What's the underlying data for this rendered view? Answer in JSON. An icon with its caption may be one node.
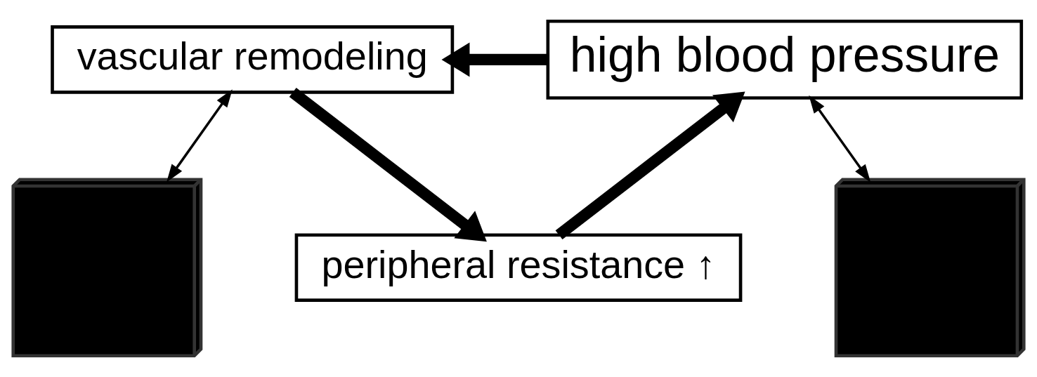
{
  "diagram": {
    "nodes": [
      {
        "text": [
          "vascular remodeling"
        ]
      },
      {
        "text": [
          "high blood pressure"
        ]
      },
      {
        "text": [
          "peripheral resistance ↑"
        ]
      },
      {
        "text": [],
        "shape": "cube"
      },
      {
        "text": [],
        "shape": "cube"
      }
    ],
    "edges": [
      {
        "from": 1,
        "to": 0,
        "arrow": "to"
      },
      {
        "from": 0,
        "to": 2,
        "arrow": "to"
      },
      {
        "from": 2,
        "to": 1,
        "arrow": "to"
      },
      {
        "from": 3,
        "to": 0,
        "arrow": "both"
      },
      {
        "from": 1,
        "to": 4,
        "arrow": "both"
      }
    ]
  }
}
